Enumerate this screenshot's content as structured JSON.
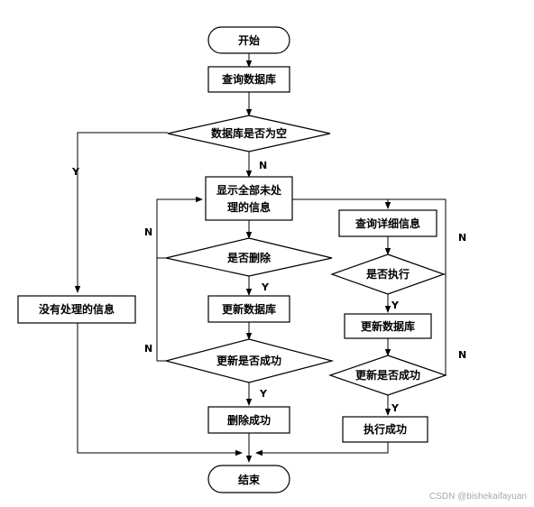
{
  "nodes": {
    "start": "开始",
    "query_db": "查询数据库",
    "db_empty": "数据库是否为空",
    "show_all_1": "显示全部未处",
    "show_all_2": "理的信息",
    "no_pending": "没有处理的信息",
    "is_delete": "是否删除",
    "update_db_left": "更新数据库",
    "update_ok_left": "更新是否成功",
    "delete_success": "删除成功",
    "query_detail": "查询详细信息",
    "is_execute": "是否执行",
    "update_db_right": "更新数据库",
    "update_ok_right": "更新是否成功",
    "execute_success": "执行成功",
    "end": "结束"
  },
  "edge_labels": {
    "yes": "Y",
    "no": "N"
  },
  "watermark": "CSDN @bishekaifayuan"
}
